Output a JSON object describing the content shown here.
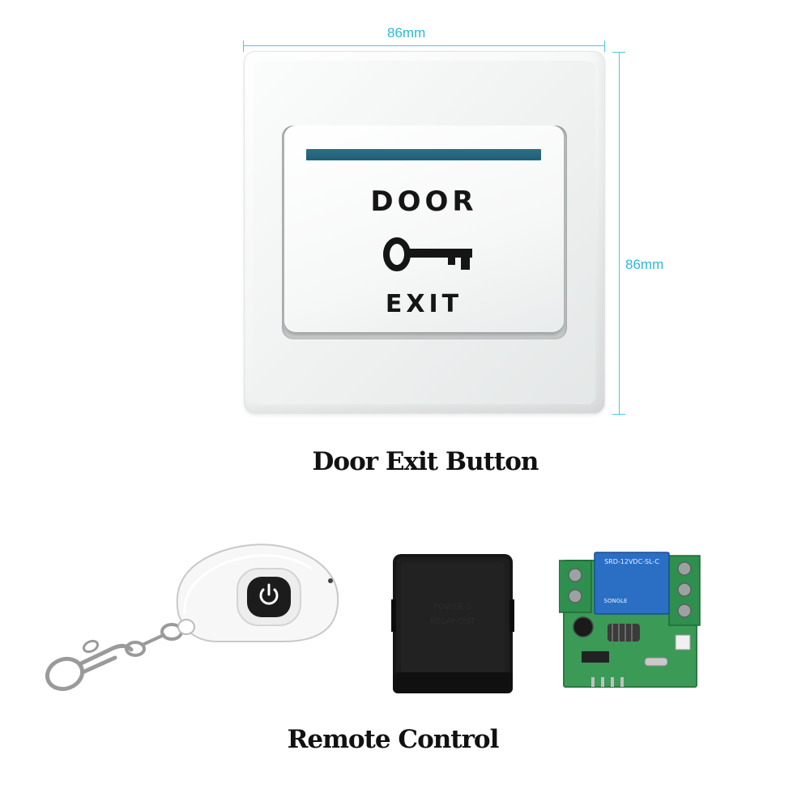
{
  "door_button": {
    "width_label": "86mm",
    "height_label": "86mm",
    "face_top_text": "DOOR",
    "face_bottom_text": "EXIT",
    "caption": "Door Exit Button"
  },
  "remote_set": {
    "caption": "Remote Control",
    "receiver_label_1": "POWER &",
    "receiver_label_2": "RELAY OUT",
    "relay_text_1": "SRD-12VDC-SL-C",
    "relay_text_2": "SONGLE"
  },
  "colors": {
    "dimension": "#2bb8d8",
    "strip": "#1d5d76",
    "pcb": "#3a9a56",
    "relay": "#2a6fc4",
    "terminal": "#2f8f4e"
  }
}
